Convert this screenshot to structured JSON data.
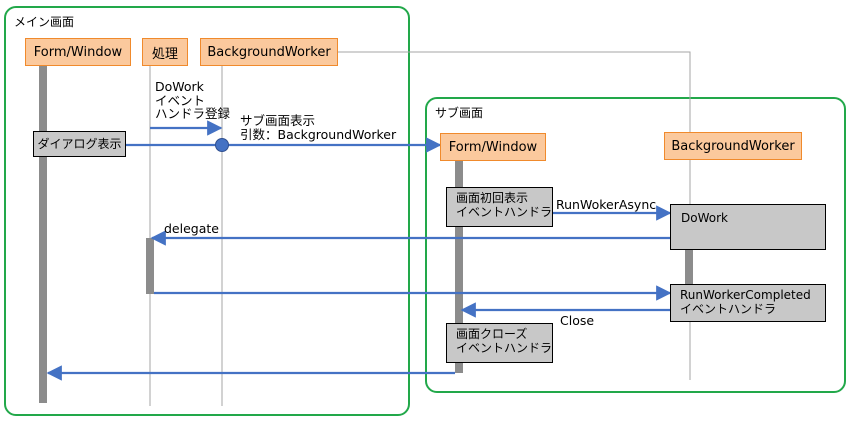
{
  "colors": {
    "frame_border": "#22a84a",
    "lifeline_fill": "#fbc99d",
    "lifeline_border": "#f08a2c",
    "activation_fill": "#8c8c8c",
    "box_fill": "#c8c8c8",
    "arrow": "#4472c4",
    "thin_line": "#a6a6a6"
  },
  "frames": {
    "main": {
      "label": "メイン画面"
    },
    "sub": {
      "label": "サブ画面"
    }
  },
  "lifelines": {
    "main_form": "Form/Window",
    "main_process": "処理",
    "main_worker": "BackgroundWorker",
    "sub_form": "Form/Window",
    "sub_worker": "BackgroundWorker"
  },
  "boxes": {
    "dialog_show": "ダイアログ表示",
    "initial_show_handler": [
      "画面初回表示",
      "イベントハンドラ"
    ],
    "dowork": "DoWork",
    "run_worker_completed": [
      "RunWorkerCompleted",
      "イベントハンドラ"
    ],
    "close_handler": [
      "画面クローズ",
      "イベントハンドラ"
    ]
  },
  "messages": {
    "dowork_register": [
      "DoWork",
      "イベント",
      "ハンドラ登録"
    ],
    "sub_show": [
      "サブ画面表示",
      "引数：BackgroundWorker"
    ],
    "run_worker_async": "RunWokerAsync",
    "delegate": "delegate",
    "close": "Close"
  }
}
